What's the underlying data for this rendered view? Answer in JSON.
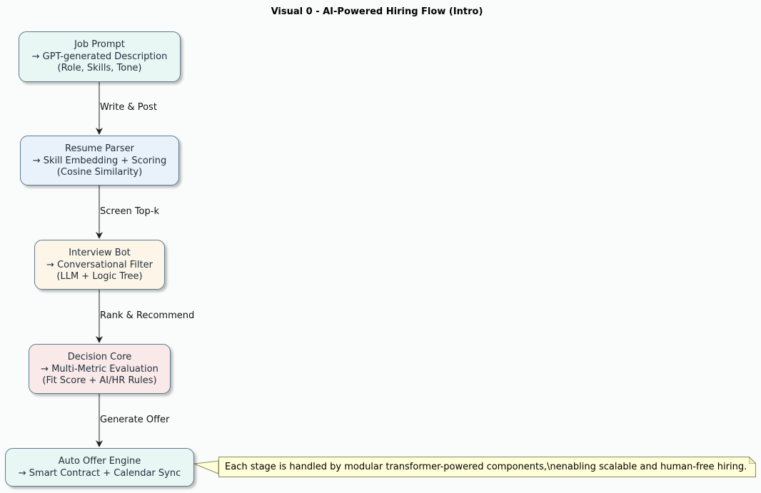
{
  "title": "Visual 0 - AI-Powered Hiring Flow (Intro)",
  "colors": {
    "teal_fill": "#e8f6f4",
    "blue_fill": "#e9f1fb",
    "yellow_fill": "#fdf6e8",
    "pink_fill": "#f9e9e9",
    "border": "#5d7a8e",
    "note_fill": "#fefed8"
  },
  "nodes": [
    {
      "lines": [
        "Job Prompt",
        "→ GPT-generated Description",
        "(Role, Skills, Tone)"
      ],
      "color": "#e8f6f4"
    },
    {
      "lines": [
        "Resume Parser",
        "→ Skill Embedding + Scoring",
        "(Cosine Similarity)"
      ],
      "color": "#e9f1fb"
    },
    {
      "lines": [
        "Interview Bot",
        "→ Conversational Filter",
        "(LLM + Logic Tree)"
      ],
      "color": "#fdf6e8"
    },
    {
      "lines": [
        "Decision Core",
        "→ Multi-Metric Evaluation",
        "(Fit Score + AI/HR Rules)"
      ],
      "color": "#f9e9e9"
    },
    {
      "lines": [
        "Auto Offer Engine",
        "→ Smart Contract + Calendar Sync"
      ],
      "color": "#e8f6f4"
    }
  ],
  "edges": [
    {
      "label": "Write & Post"
    },
    {
      "label": "Screen Top-k"
    },
    {
      "label": "Rank & Recommend"
    },
    {
      "label": "Generate Offer"
    }
  ],
  "note": {
    "text": "Each stage is handled by modular transformer-powered components,\\nenabling scalable and human-free hiring."
  }
}
